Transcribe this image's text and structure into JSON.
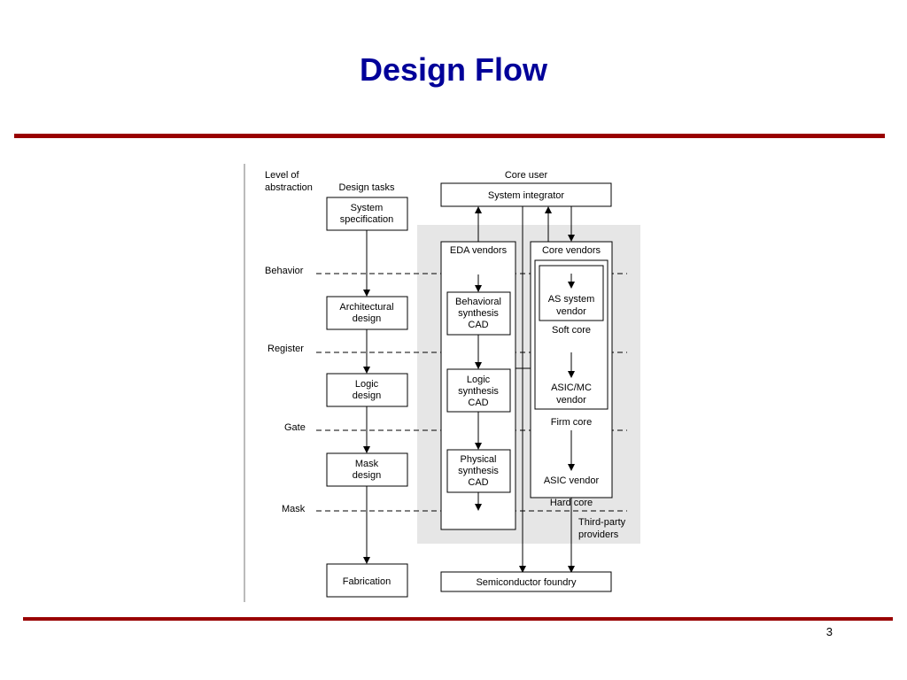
{
  "slide": {
    "title": "Design Flow",
    "page_number": "3"
  },
  "diagram": {
    "headers": {
      "level_of_abstraction": [
        "Level of",
        "abstraction"
      ],
      "design_tasks": "Design tasks",
      "core_user": "Core user"
    },
    "levels": [
      "Behavior",
      "Register",
      "Gate",
      "Mask"
    ],
    "tasks": {
      "system_specification": [
        "System",
        "specification"
      ],
      "architectural_design": [
        "Architectural",
        "design"
      ],
      "logic_design": [
        "Logic",
        "design"
      ],
      "mask_design": [
        "Mask",
        "design"
      ],
      "fabrication": "Fabrication"
    },
    "system_integrator": "System integrator",
    "eda_vendors": {
      "label": "EDA vendors",
      "behavioral": [
        "Behavioral",
        "synthesis",
        "CAD"
      ],
      "logic": [
        "Logic",
        "synthesis",
        "CAD"
      ],
      "physical": [
        "Physical",
        "synthesis",
        "CAD"
      ]
    },
    "core_vendors": {
      "label": "Core vendors",
      "as_system_vendor": [
        "AS system",
        "vendor"
      ],
      "soft_core": "Soft core",
      "asic_mc_vendor": [
        "ASIC/MC",
        "vendor"
      ],
      "firm_core": "Firm core",
      "asic_vendor": "ASIC vendor",
      "hard_core": "Hard core"
    },
    "third_party": [
      "Third-party",
      "providers"
    ],
    "semiconductor_foundry": "Semiconductor foundry"
  }
}
